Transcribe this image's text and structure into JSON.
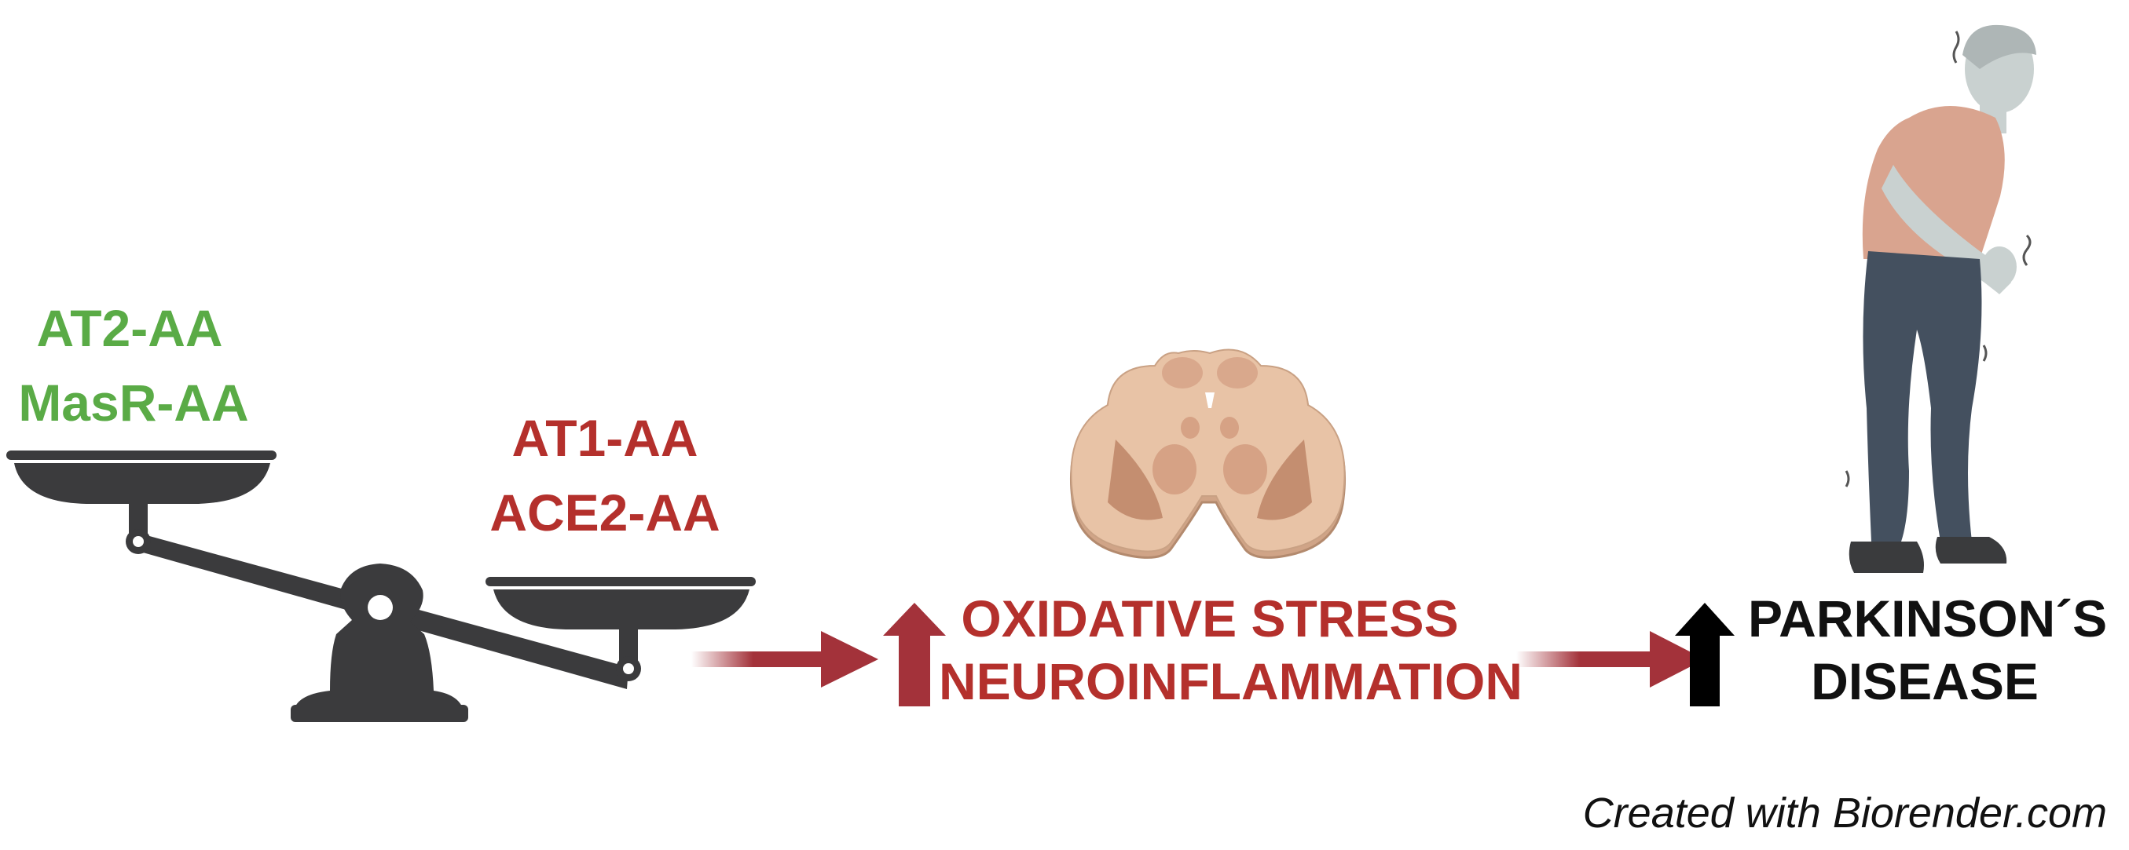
{
  "left_group": {
    "line1": "AT2-AA",
    "line2": "MasR-AA"
  },
  "right_group": {
    "line1": "AT1-AA",
    "line2": "ACE2-AA"
  },
  "effect": {
    "line1": "OXIDATIVE STRESS",
    "line2": "NEUROINFLAMMATION"
  },
  "outcome": {
    "line1": "PARKINSON´S",
    "line2": "DISEASE"
  },
  "credit": "Created with Biorender.com",
  "icons": {
    "scale": "balance-scale-icon",
    "brain": "brainstem-section-icon",
    "person": "elderly-parkinson-patient-icon",
    "arrow_right": "right-arrow-icon",
    "arrow_up": "up-arrow-icon"
  },
  "colors": {
    "green": "#5aab46",
    "red": "#b4302c",
    "scale": "#3b3b3d",
    "arrow": "#a3323a",
    "up_black": "#000000"
  }
}
